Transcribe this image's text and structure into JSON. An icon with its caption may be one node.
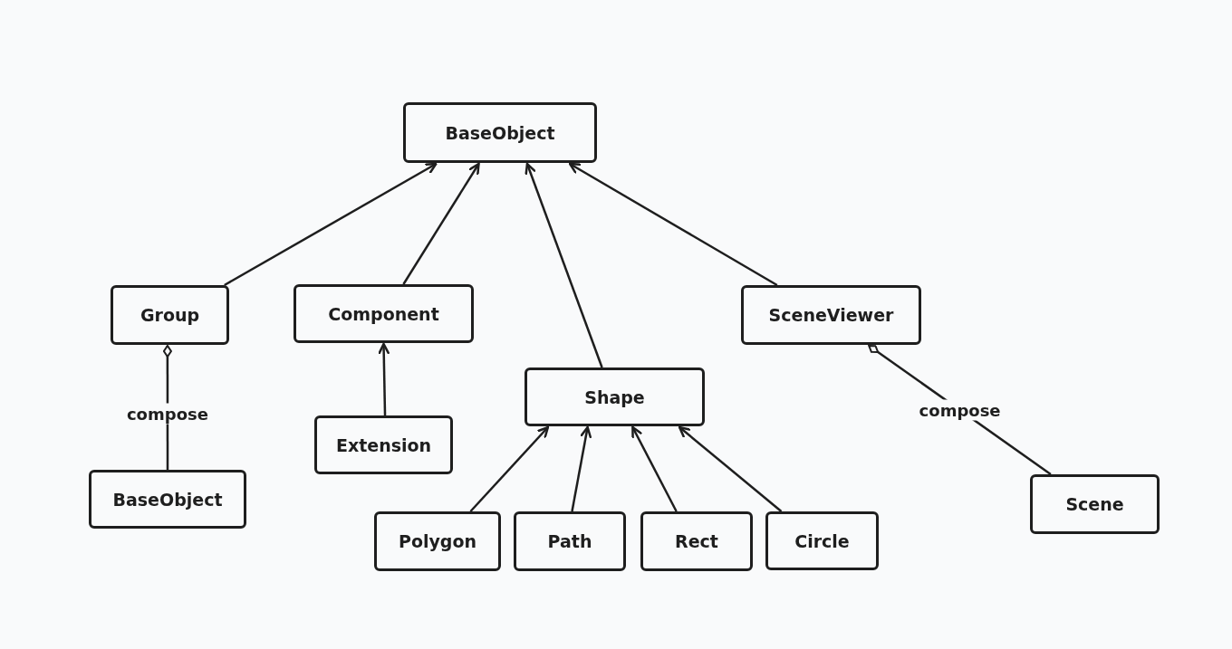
{
  "diagram": {
    "nodes": [
      {
        "text": [
          "BaseObject"
        ]
      },
      {
        "text": [
          "Group"
        ]
      },
      {
        "text": [
          "Component"
        ]
      },
      {
        "text": [
          "SceneViewer"
        ]
      },
      {
        "text": [
          "Shape"
        ]
      },
      {
        "text": [
          "Extension"
        ]
      },
      {
        "text": [
          "BaseObject"
        ]
      },
      {
        "text": [
          "Polygon"
        ]
      },
      {
        "text": [
          "Path"
        ]
      },
      {
        "text": [
          "Rect"
        ]
      },
      {
        "text": [
          "Circle"
        ]
      },
      {
        "text": [
          "Scene"
        ]
      }
    ],
    "edges": [
      {
        "from": 1,
        "to": 0,
        "arrow": "to"
      },
      {
        "from": 2,
        "to": 0,
        "arrow": "to"
      },
      {
        "from": 4,
        "to": 0,
        "arrow": "to"
      },
      {
        "from": 3,
        "to": 0,
        "arrow": "to"
      },
      {
        "from": 5,
        "to": 2,
        "arrow": "to"
      },
      {
        "from": 7,
        "to": 4,
        "arrow": "to"
      },
      {
        "from": 8,
        "to": 4,
        "arrow": "to"
      },
      {
        "from": 9,
        "to": 4,
        "arrow": "to"
      },
      {
        "from": 10,
        "to": 4,
        "arrow": "to"
      },
      {
        "from": 6,
        "to": 1,
        "arrow": "other",
        "label": "compose"
      },
      {
        "from": 11,
        "to": 3,
        "arrow": "other",
        "label": "compose"
      }
    ]
  }
}
